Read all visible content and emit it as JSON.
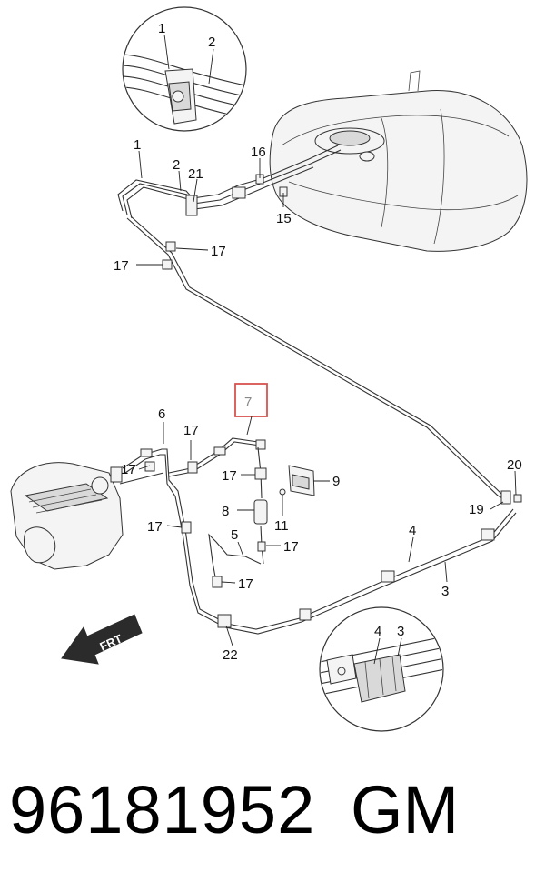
{
  "callouts": {
    "c1_detail": "1",
    "c2_detail": "2",
    "c1": "1",
    "c2": "2",
    "c21": "21",
    "c16": "16",
    "c15": "15",
    "c17_a": "17",
    "c17_b": "17",
    "c7": "7",
    "c6": "6",
    "c17_c": "17",
    "c17_d": "17",
    "c17_e": "17",
    "c9": "9",
    "c8": "8",
    "c11": "11",
    "c17_f": "17",
    "c5": "5",
    "c17_g": "17",
    "c17_h": "17",
    "c4": "4",
    "c3": "3",
    "c20": "20",
    "c19": "19",
    "c22": "22",
    "c4_detail": "4",
    "c3_detail": "3"
  },
  "direction_arrow": {
    "label": "FRT"
  },
  "highlight_color": "#d9534f",
  "footer": {
    "part_number": "96181952",
    "brand": "GM"
  }
}
